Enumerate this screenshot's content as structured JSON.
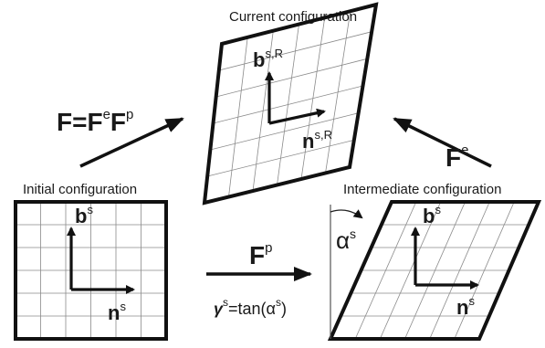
{
  "captions": {
    "current": "Current configuration",
    "initial": "Initial configuration",
    "intermediate": "Intermediate configuration"
  },
  "vectors": {
    "b_current": "b",
    "b_current_sup": "s,R",
    "n_current": "n",
    "n_current_sup": "s,R",
    "b_initial": "b",
    "b_initial_sup": "s",
    "n_initial": "n",
    "n_initial_sup": "s",
    "b_intermediate": "b",
    "b_intermediate_sup": "s",
    "n_intermediate": "n",
    "n_intermediate_sup": "s"
  },
  "maps": {
    "total_lhs": "F=F",
    "total_sup1": "e",
    "total_mid": "F",
    "total_sup2": "p",
    "elastic": "F",
    "elastic_sup": "e",
    "plastic": "F",
    "plastic_sup": "p"
  },
  "shear": {
    "angle": "α",
    "angle_sup": "s",
    "gamma": "γ",
    "gamma_sup": "s",
    "relation": "=tan(α",
    "relation_sup": "s",
    "relation_end": ")"
  }
}
